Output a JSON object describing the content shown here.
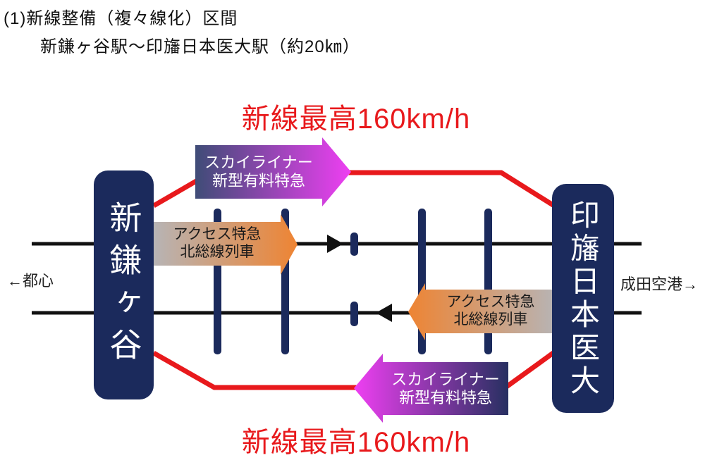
{
  "header": {
    "title_line1": "(1)新線整備（複々線化）区間",
    "title_line2": "新鎌ヶ谷駅～印旛日本医大駅（約20㎞）"
  },
  "diagram": {
    "speed_label_top": "新線最高160km/h",
    "speed_label_bottom": "新線最高160km/h",
    "station_left": "新鎌ヶ谷",
    "station_right": "印旛日本医大",
    "direction_left": "←都心",
    "direction_right": "成田空港→",
    "arrows": {
      "skyliner_east": {
        "line1": "スカイライナー",
        "line2": "新型有料特急",
        "direction": "right"
      },
      "access_east": {
        "line1": "アクセス特急",
        "line2": "北総線列車",
        "direction": "right"
      },
      "access_west": {
        "line1": "アクセス特急",
        "line2": "北総線列車",
        "direction": "left"
      },
      "skyliner_west": {
        "line1": "スカイライナー",
        "line2": "新型有料特急",
        "direction": "left"
      }
    },
    "colors": {
      "navy": "#1b2a5c",
      "red": "#e8191c",
      "magenta": "#ee3ff2",
      "orange": "#ee8433",
      "gray": "#b7b4b5",
      "black_rail": "#111111"
    }
  }
}
